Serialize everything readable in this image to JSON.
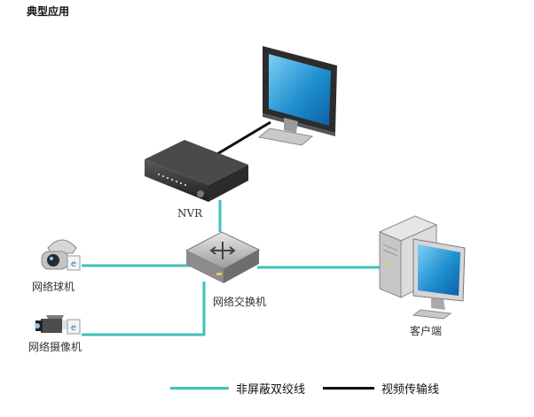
{
  "title": "典型应用",
  "labels": {
    "nvr": "NVR",
    "switch": "网络交换机",
    "dome": "网络球机",
    "camera": "网络摄像机",
    "client": "客户端"
  },
  "legend": [
    {
      "label": "非屏蔽双绞线",
      "color": "#3cc1bd"
    },
    {
      "label": "视频传输线",
      "color": "#111111"
    }
  ],
  "colors": {
    "twisted_pair": "#3cc1bd",
    "video_line": "#111111",
    "screen": "#1f8fd0"
  }
}
